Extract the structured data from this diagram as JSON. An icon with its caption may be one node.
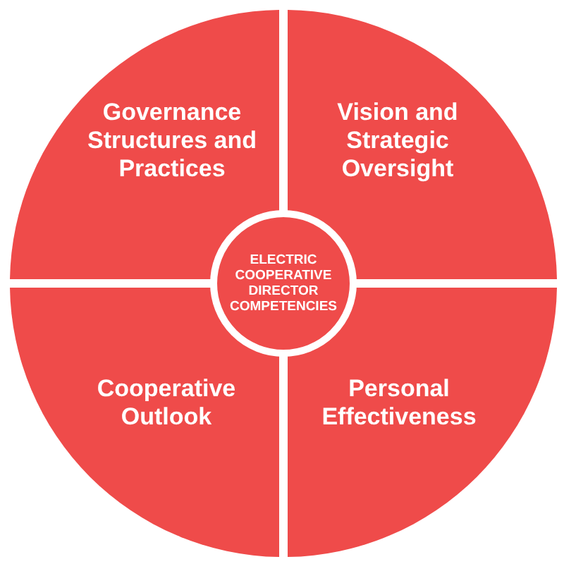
{
  "diagram": {
    "nodes": [
      {
        "text": [
          "Governance Structures and Practices"
        ]
      },
      {
        "text": [
          "Vision and Strategic Oversight"
        ]
      },
      {
        "text": [
          "Cooperative Outlook"
        ]
      },
      {
        "text": [
          "Personal Effectiveness"
        ]
      },
      {
        "text": [
          "ELECTRIC COOPERATIVE DIRECTOR COMPETENCIES"
        ]
      }
    ]
  }
}
